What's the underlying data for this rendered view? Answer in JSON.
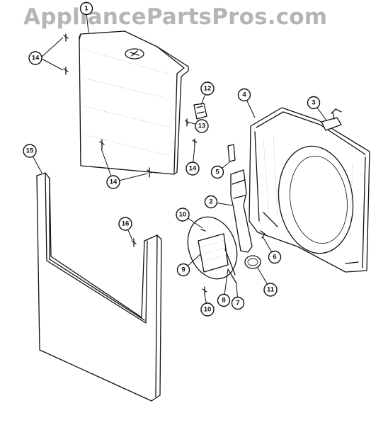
{
  "watermark": "AppliancePartsPros.com",
  "callouts": [
    "1",
    "14",
    "14",
    "12",
    "13",
    "14",
    "4",
    "3",
    "15",
    "14",
    "5",
    "2",
    "16",
    "10",
    "6",
    "9",
    "11",
    "8",
    "7",
    "10"
  ]
}
